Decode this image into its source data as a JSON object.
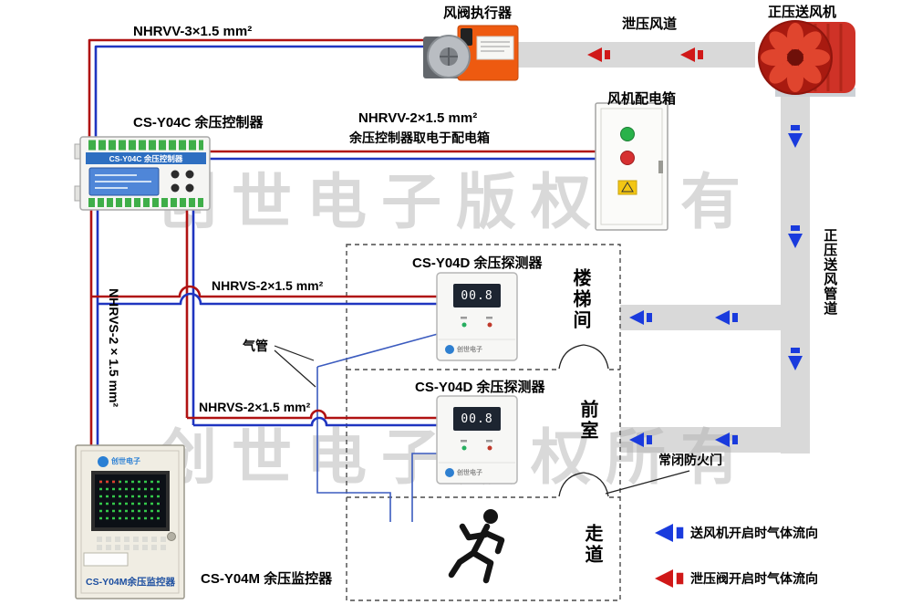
{
  "watermark": "创世电子版权所有",
  "labels": {
    "cable_actuator": "NHRVV-3×1.5 mm²",
    "damper_actuator": "风阀执行器",
    "relief_duct": "泄压风道",
    "supply_fan": "正压送风机",
    "controller_title": "CS-Y04C 余压控制器",
    "power_cable": "NHRVV-2×1.5 mm²",
    "power_cable_note": "余压控制器取电于配电箱",
    "fan_power_box": "风机配电箱",
    "detector_title": "CS-Y04D 余压探测器",
    "detector_cable": "NHRVS-2×1.5 mm²",
    "air_tube": "气管",
    "room_stairwell": "楼梯间",
    "room_front_chamber": "前室",
    "room_corridor": "走道",
    "fire_door": "常闭防火门",
    "monitor_title": "CS-Y04M 余压监控器",
    "supply_duct_vertical": "正压送风管道"
  },
  "legend": {
    "supply_fan_flow": "送风机开启时气体流向",
    "relief_valve_flow": "泄压阀开启时气体流向"
  },
  "devices": {
    "controller_panel": "CS-Y04C 余压控制器",
    "detector_display": "00.8",
    "brand": "创世电子",
    "monitor_panel": "CS-Y04M余压监控器"
  },
  "colors": {
    "wire_live": "#b01212",
    "wire_neutral": "#1f35c0",
    "flow_supply": "#1a3bdd",
    "flow_relief": "#d01818",
    "duct": "#d9d9d9"
  }
}
